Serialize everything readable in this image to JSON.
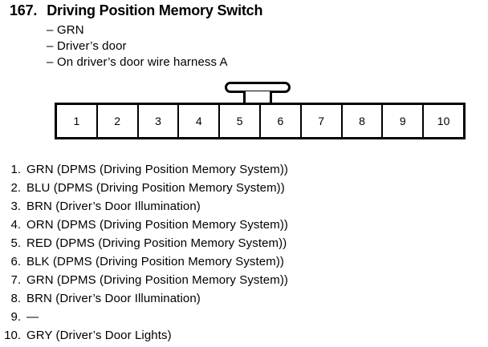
{
  "page": {
    "background_color": "#ffffff",
    "text_color": "#000000"
  },
  "header": {
    "number": "167.",
    "title": "Driving Position Memory Switch"
  },
  "bullets": [
    {
      "dash": "–",
      "text": "GRN"
    },
    {
      "dash": "–",
      "text": "Driver’s door"
    },
    {
      "dash": "–",
      "text": "On driver’s door wire harness A"
    }
  ],
  "connector": {
    "latch_name": "connector-latch-tab",
    "pin_count": 10,
    "pins": [
      {
        "number": "1"
      },
      {
        "number": "2"
      },
      {
        "number": "3"
      },
      {
        "number": "4"
      },
      {
        "number": "5"
      },
      {
        "number": "6"
      },
      {
        "number": "7"
      },
      {
        "number": "8"
      },
      {
        "number": "9"
      },
      {
        "number": "10"
      }
    ]
  },
  "pin_list": [
    {
      "number": "1.",
      "text": "GRN (DPMS (Driving Position Memory System))"
    },
    {
      "number": "2.",
      "text": "BLU (DPMS (Driving Position Memory System))"
    },
    {
      "number": "3.",
      "text": "BRN (Driver’s Door Illumination)"
    },
    {
      "number": "4.",
      "text": "ORN (DPMS (Driving Position Memory System))"
    },
    {
      "number": "5.",
      "text": "RED (DPMS (Driving Position Memory System))"
    },
    {
      "number": "6.",
      "text": "BLK (DPMS (Driving Position Memory System))"
    },
    {
      "number": "7.",
      "text": "GRN (DPMS (Driving Position Memory System))"
    },
    {
      "number": "8.",
      "text": "BRN (Driver’s Door Illumination)"
    },
    {
      "number": "9.",
      "text": "—"
    },
    {
      "number": "10.",
      "text": "GRY (Driver’s Door Lights)"
    }
  ]
}
